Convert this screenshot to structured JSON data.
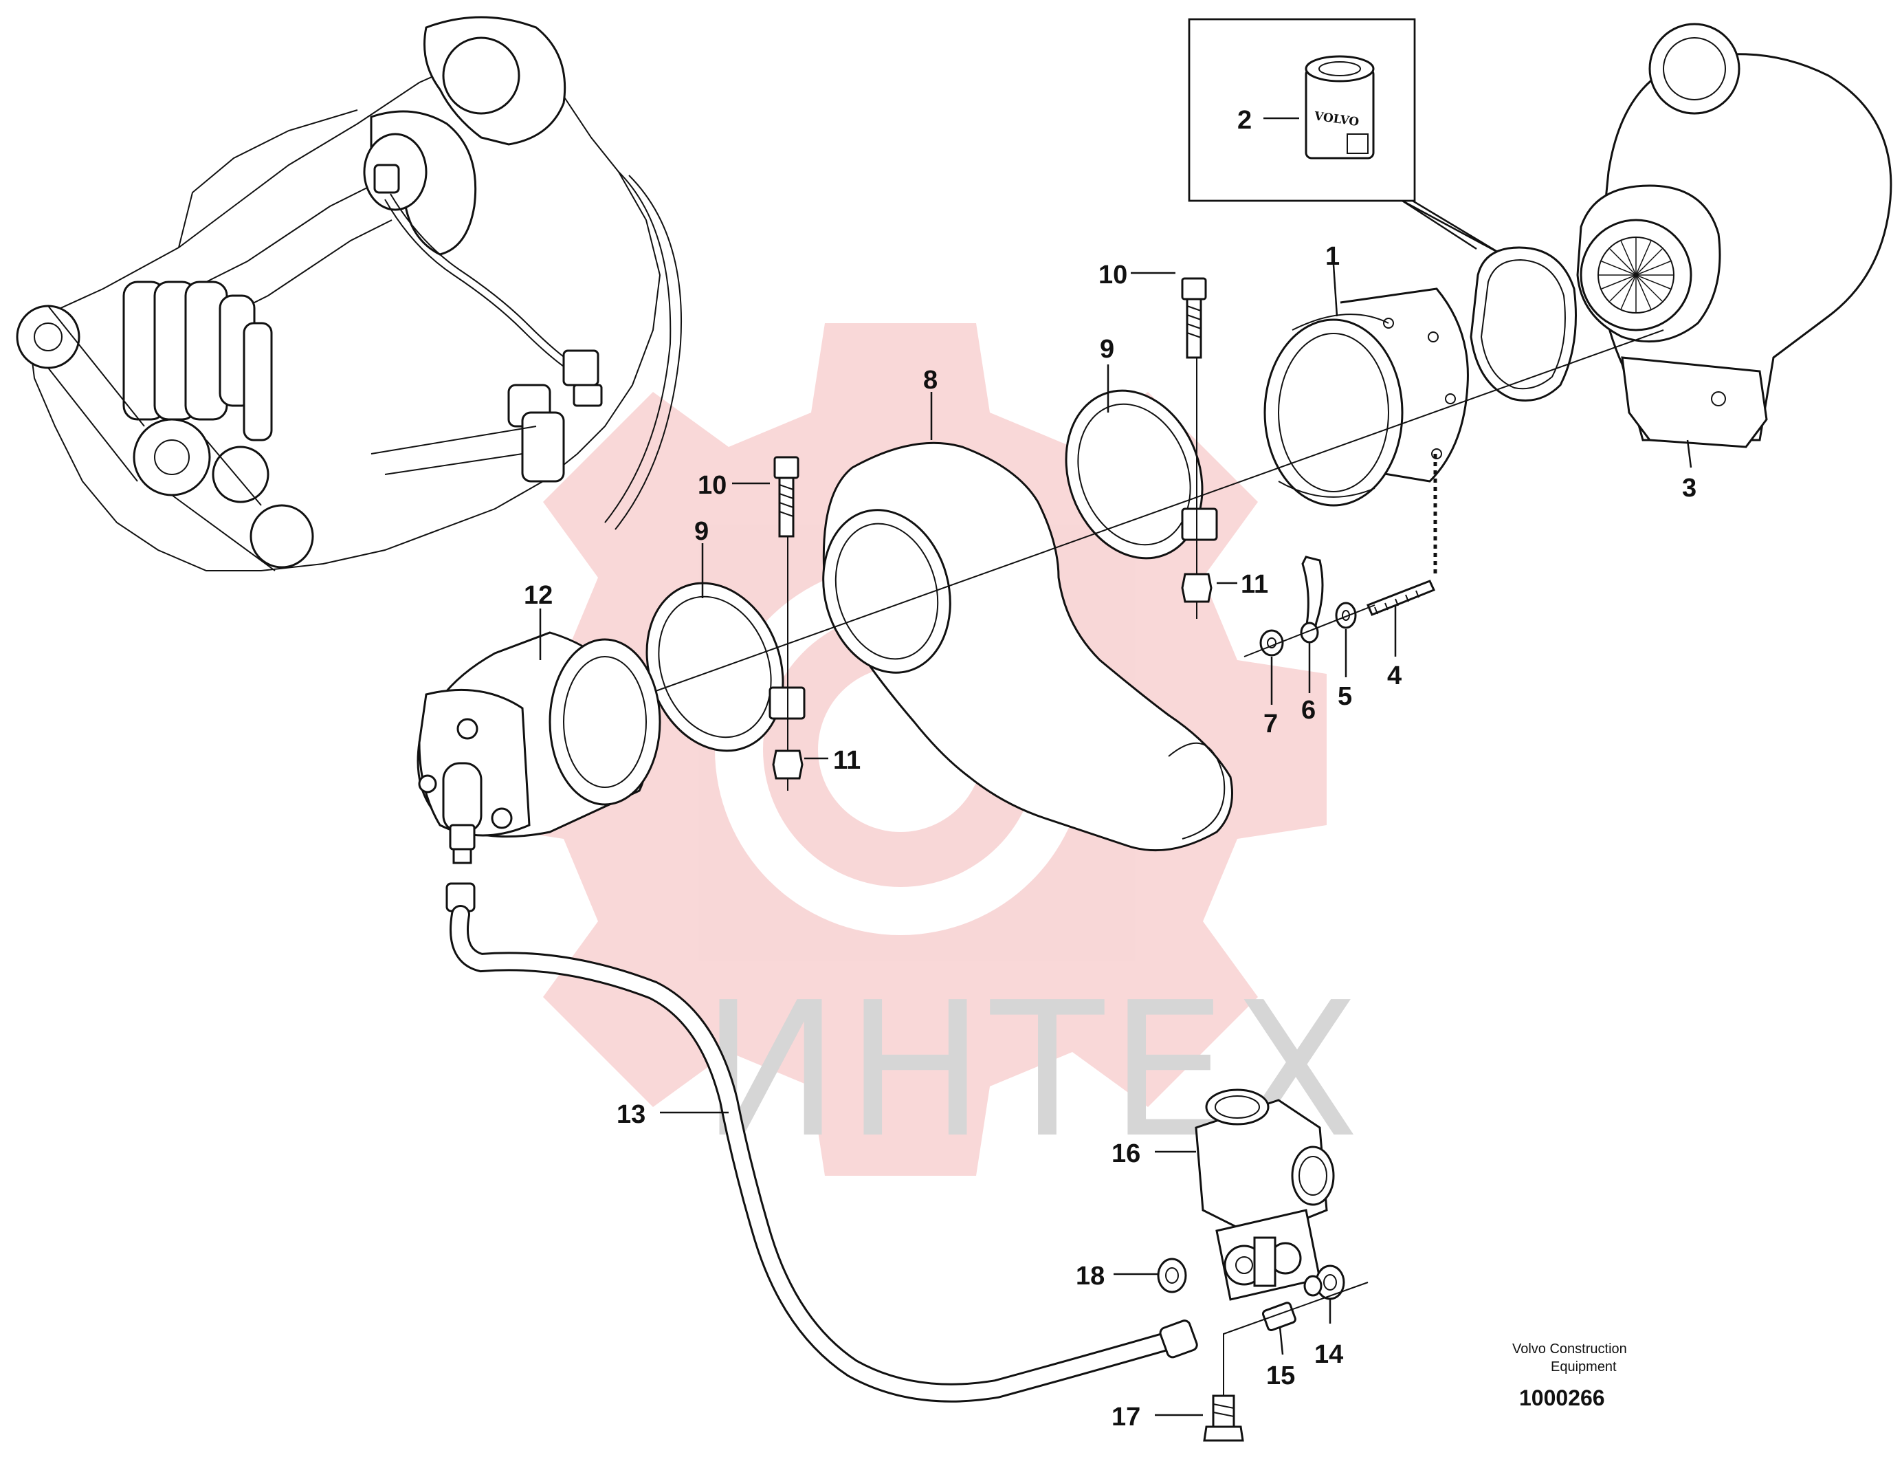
{
  "watermark": {
    "text": "ИНТЕХ",
    "gear_color": "#f4b8b8"
  },
  "inset": {
    "callout": "2",
    "filter_brand": "VOLVO"
  },
  "callouts": [
    {
      "id": "1",
      "label": "1"
    },
    {
      "id": "2",
      "label": "2"
    },
    {
      "id": "3",
      "label": "3"
    },
    {
      "id": "4",
      "label": "4"
    },
    {
      "id": "5",
      "label": "5"
    },
    {
      "id": "6",
      "label": "6"
    },
    {
      "id": "7",
      "label": "7"
    },
    {
      "id": "8",
      "label": "8"
    },
    {
      "id": "9a",
      "label": "9"
    },
    {
      "id": "9b",
      "label": "9"
    },
    {
      "id": "10a",
      "label": "10"
    },
    {
      "id": "10b",
      "label": "10"
    },
    {
      "id": "11a",
      "label": "11"
    },
    {
      "id": "11b",
      "label": "11"
    },
    {
      "id": "12",
      "label": "12"
    },
    {
      "id": "13",
      "label": "13"
    },
    {
      "id": "14",
      "label": "14"
    },
    {
      "id": "15",
      "label": "15"
    },
    {
      "id": "16",
      "label": "16"
    },
    {
      "id": "17",
      "label": "17"
    },
    {
      "id": "18",
      "label": "18"
    }
  ],
  "footer": {
    "credit_line1": "Volvo Construction",
    "credit_line2": "Equipment",
    "doc_number": "1000266"
  }
}
